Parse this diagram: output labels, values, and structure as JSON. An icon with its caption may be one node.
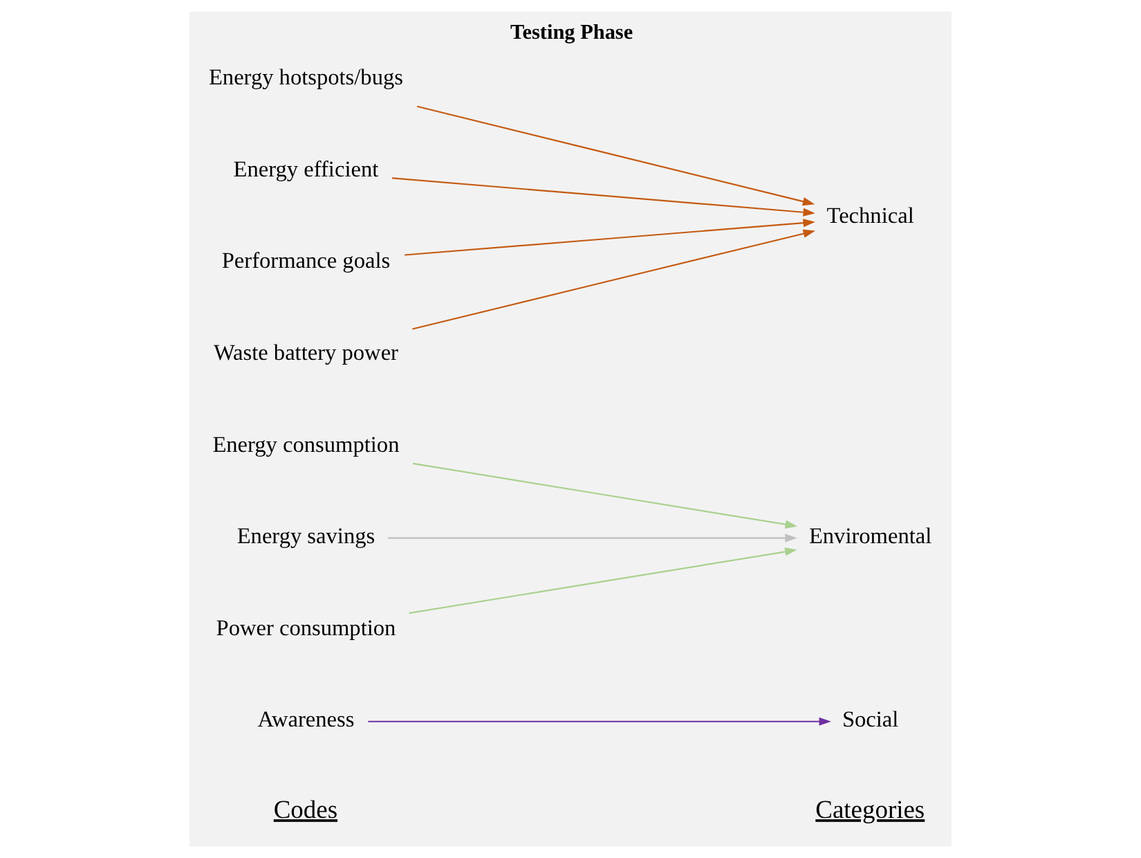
{
  "diagram": {
    "title": "Testing Phase",
    "nodes": [
      {
        "text": [
          "Awareness"
        ]
      },
      {
        "text": [
          "Energy consumption"
        ]
      },
      {
        "text": [
          "Energy savings"
        ]
      },
      {
        "text": [
          "Power consumption"
        ]
      },
      {
        "text": [
          "Energy hotspots/bugs"
        ]
      },
      {
        "text": [
          "Energy efficient"
        ]
      },
      {
        "text": [
          "Performance goals"
        ]
      },
      {
        "text": [
          "Waste battery power"
        ]
      },
      {
        "text": [
          "Social"
        ]
      },
      {
        "text": [
          "Enviromental"
        ]
      },
      {
        "text": [
          "Technical"
        ]
      }
    ],
    "edges": [
      {
        "from": 0,
        "to": 8,
        "arrow": "to",
        "color": "#7030a0"
      },
      {
        "from": 1,
        "to": 9,
        "arrow": "to",
        "color": "#a9d18e"
      },
      {
        "from": 2,
        "to": 9,
        "arrow": "to",
        "color": "#bfbfbf"
      },
      {
        "from": 3,
        "to": 9,
        "arrow": "to",
        "color": "#a9d18e"
      },
      {
        "from": 4,
        "to": 10,
        "arrow": "to",
        "color": "#c55a11"
      },
      {
        "from": 5,
        "to": 10,
        "arrow": "to",
        "color": "#c55a11"
      },
      {
        "from": 6,
        "to": 10,
        "arrow": "to",
        "color": "#c55a11"
      },
      {
        "from": 7,
        "to": 10,
        "arrow": "to",
        "color": "#c55a11"
      }
    ],
    "labels": [
      "Codes",
      "Categories"
    ]
  }
}
